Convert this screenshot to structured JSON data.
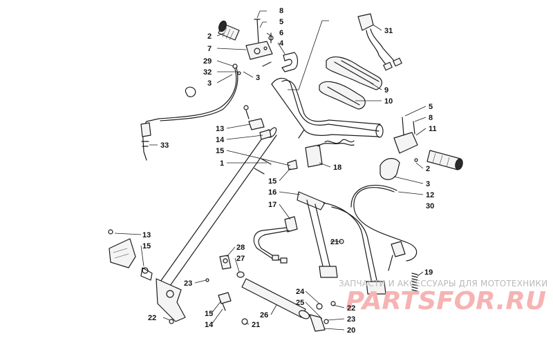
{
  "callouts": [
    {
      "id": "c8a",
      "label": "8"
    },
    {
      "id": "c5a",
      "label": "5"
    },
    {
      "id": "c2a",
      "label": "2"
    },
    {
      "id": "c6",
      "label": "6"
    },
    {
      "id": "c7",
      "label": "7"
    },
    {
      "id": "c4",
      "label": "4"
    },
    {
      "id": "c29",
      "label": "29"
    },
    {
      "id": "c32",
      "label": "32"
    },
    {
      "id": "c3a",
      "label": "3"
    },
    {
      "id": "c3b",
      "label": "3"
    },
    {
      "id": "c31",
      "label": "31"
    },
    {
      "id": "c9",
      "label": "9"
    },
    {
      "id": "c10",
      "label": "10"
    },
    {
      "id": "c5b",
      "label": "5"
    },
    {
      "id": "c8b",
      "label": "8"
    },
    {
      "id": "c11",
      "label": "11"
    },
    {
      "id": "c13a",
      "label": "13"
    },
    {
      "id": "c14a",
      "label": "14"
    },
    {
      "id": "c15a",
      "label": "15"
    },
    {
      "id": "c33",
      "label": "33"
    },
    {
      "id": "c1",
      "label": "1"
    },
    {
      "id": "c18",
      "label": "18"
    },
    {
      "id": "c15b",
      "label": "15"
    },
    {
      "id": "c16",
      "label": "16"
    },
    {
      "id": "c17",
      "label": "17"
    },
    {
      "id": "c2b",
      "label": "2"
    },
    {
      "id": "c3c",
      "label": "3"
    },
    {
      "id": "c12",
      "label": "12"
    },
    {
      "id": "c30",
      "label": "30"
    },
    {
      "id": "c21a",
      "label": "21"
    },
    {
      "id": "c13b",
      "label": "13"
    },
    {
      "id": "c15c",
      "label": "15"
    },
    {
      "id": "c28",
      "label": "28"
    },
    {
      "id": "c27",
      "label": "27"
    },
    {
      "id": "c23a",
      "label": "23"
    },
    {
      "id": "c19",
      "label": "19"
    },
    {
      "id": "c24",
      "label": "24"
    },
    {
      "id": "c25",
      "label": "25"
    },
    {
      "id": "c22a",
      "label": "22"
    },
    {
      "id": "c23b",
      "label": "23"
    },
    {
      "id": "c22b",
      "label": "22"
    },
    {
      "id": "c15d",
      "label": "15"
    },
    {
      "id": "c26",
      "label": "26"
    },
    {
      "id": "c14b",
      "label": "14"
    },
    {
      "id": "c21b",
      "label": "21"
    },
    {
      "id": "c20",
      "label": "20"
    }
  ],
  "watermark": {
    "text": "ЗАПЧАСТИ И АКСЕССУАРЫ ДЛЯ МОТОТЕХНИКИ",
    "logo": "PARTSFOR.RU"
  }
}
